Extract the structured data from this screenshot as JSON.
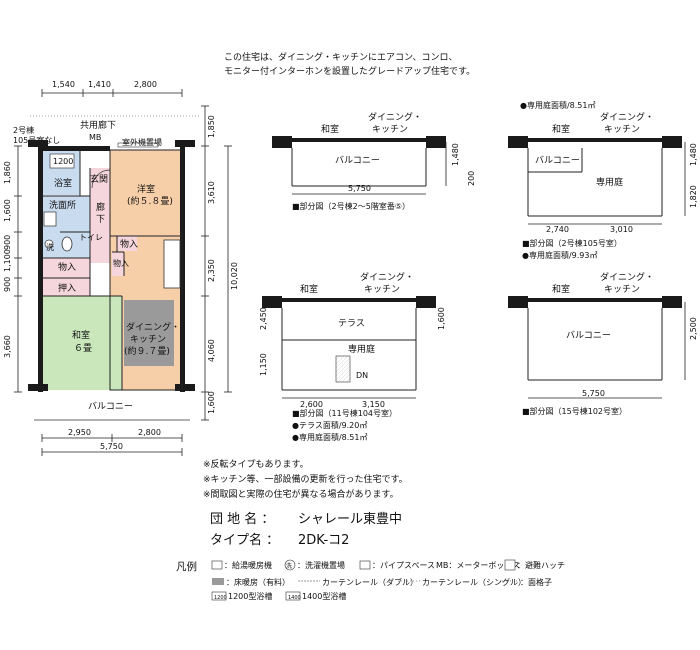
{
  "header": {
    "line1": "この住宅は、ダイニング・キッチンにエアコン、コンロ、",
    "line2": "モニター付インターホンを設置したグレードアップ住宅です。"
  },
  "plan": {
    "dims_top": [
      "1,540",
      "1,410",
      "2,800"
    ],
    "dims_right": [
      "1,850",
      "3,610",
      "2,350",
      "4,060",
      "1,600"
    ],
    "dim_total_right": "10,020",
    "dims_left": [
      "1,860",
      "1,600",
      "900",
      "1,100",
      "900",
      "3,660"
    ],
    "dims_bottom": [
      "2,950",
      "2,800"
    ],
    "dim_total_bottom": "5,750",
    "corridor": "共用廊下",
    "note_small": [
      "2号棟",
      "105号室なし"
    ],
    "mb": "MB",
    "outdoor_unit": "室外機置場",
    "bath_tub": "1200",
    "bath": "浴室",
    "entrance": "玄関",
    "western_room": [
      "洋室",
      "(約５.８畳)"
    ],
    "hall": [
      "廊",
      "下"
    ],
    "washroom": "洗面所",
    "toilet": "トイレ",
    "wash_mark": "洗",
    "storage": "物入",
    "closet": "押入",
    "japanese_room": [
      "和室",
      "６畳"
    ],
    "dining": [
      "ダイニング・",
      "キッチン",
      "(約９.７畳)"
    ],
    "balcony": "バルコニー"
  },
  "partials": {
    "p1": {
      "wa": "和室",
      "dk": [
        "ダイニング・",
        "キッチン"
      ],
      "balcony": "バルコニー",
      "dim_w": "5,750",
      "dim_d1": "1,480",
      "dim_d2": "200",
      "caption": "■部分図（2号棟2～5階室番⑤）"
    },
    "p2": {
      "note": "●専用庭面積/8.51㎡",
      "wa": "和室",
      "dk": [
        "ダイニング・",
        "キッチン"
      ],
      "balcony": "バルコニー",
      "garden": "専用庭",
      "dims_w": [
        "2,740",
        "3,010"
      ],
      "dim_d1": "1,480",
      "dim_d2": "1,820",
      "caption": "■部分図（2号棟105号室）",
      "caption2": "●専用庭面積/9.93㎡"
    },
    "p3": {
      "wa": "和室",
      "dk": [
        "ダイニング・",
        "キッチン"
      ],
      "terrace": "テラス",
      "garden": "専用庭",
      "dn": "DN",
      "dims_w": [
        "2,600",
        "3,150"
      ],
      "dim_d1": "2,450",
      "dim_d2": "1,600",
      "dim_d3": "1,150",
      "caption": "■部分図（11号棟104号室）",
      "caption2": "●テラス面積/9.20㎡",
      "caption3": "●専用庭面積/8.51㎡"
    },
    "p4": {
      "wa": "和室",
      "dk": [
        "ダイニング・",
        "キッチン"
      ],
      "balcony": "バルコニー",
      "dim_w": "5,750",
      "dim_d1": "2,500",
      "caption": "■部分図（15号棟102号室）"
    }
  },
  "notes": [
    "※反転タイプもあります。",
    "※キッチン等、一部設備の更新を行った住宅です。",
    "※間取図と実際の住宅が異なる場合があります。"
  ],
  "info": {
    "name_label": "団 地 名 ：",
    "name_value": "シャレール東豊中",
    "type_label": "タイプ名 ：",
    "type_value": "2DK-コ2"
  },
  "legend": {
    "title": "凡例",
    "items": [
      "：給湯暖房機",
      "：洗濯機置場",
      "：パイプスペース",
      "MB：メーターボックス",
      "：避難ハッチ",
      "：床暖房（有料）",
      "カーテンレール（ダブル）",
      "カーテンレール（シングル）",
      "：面格子",
      "1200型浴槽",
      "1400型浴槽"
    ],
    "wash_glyph": "洗",
    "tub_small_1": "1200",
    "tub_small_2": "1400"
  },
  "colors": {
    "peach": "#f6cfa9",
    "green": "#c9e7bb",
    "pink": "#f6d6dd",
    "blue": "#c9dbef",
    "wall": "#1a1a1a",
    "floorheat": "#9a9a9a"
  }
}
